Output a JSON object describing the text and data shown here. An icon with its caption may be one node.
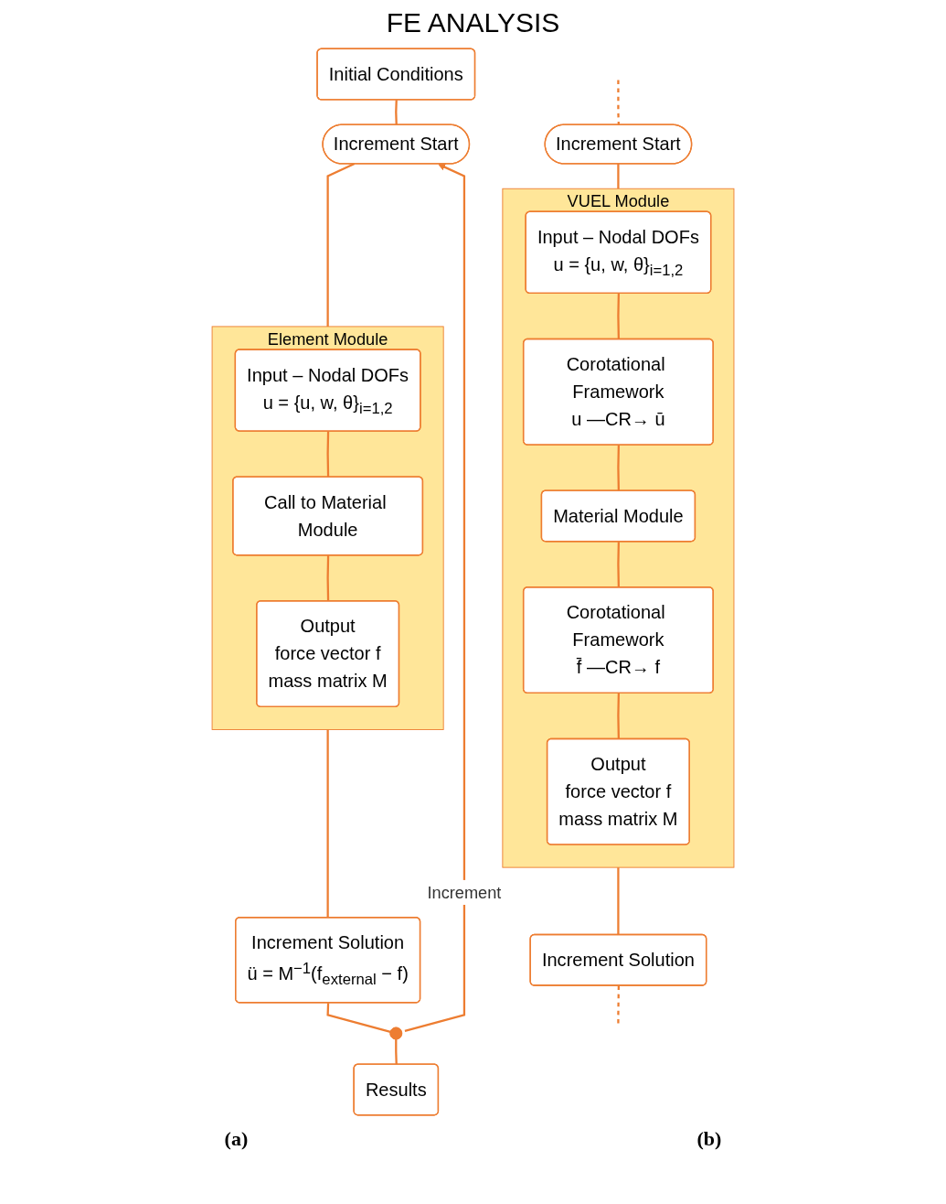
{
  "diagram": {
    "title": "FE ANALYSIS",
    "nodes": [
      {
        "text": [
          "Initial Conditions"
        ]
      },
      {
        "text": [
          "Increment Start"
        ]
      },
      {
        "text": [
          "Element Module"
        ]
      },
      {
        "text": [
          "Input – Nodal DOFs",
          "u = {u, w, θ}$_{i=1,2}$"
        ],
        "in": 2
      },
      {
        "text": [
          "Call to Material Module"
        ],
        "in": 2
      },
      {
        "text": [
          "Output",
          "force vector f",
          "mass matrix M"
        ],
        "in": 2
      },
      {
        "text": [
          "Increment Solution",
          "ü = M$^{−1}$(f$_{external}$ − f)"
        ]
      },
      {
        "text": [],
        "shape": "circle"
      },
      {
        "text": [
          "Results"
        ]
      },
      {
        "text": [
          "Increment Start"
        ]
      },
      {
        "text": [
          "VUEL Module"
        ]
      },
      {
        "text": [
          "Input – Nodal DOFs",
          "u = {u, w, θ}$_{i=1,2}$"
        ],
        "in": 10
      },
      {
        "text": [
          "Corotational Framework",
          "u —CR→ ū"
        ],
        "in": 10
      },
      {
        "text": [
          "Material Module"
        ],
        "in": 10
      },
      {
        "text": [
          "Corotational Framework",
          "f̄ —CR→ f"
        ],
        "in": 10
      },
      {
        "text": [
          "Output",
          "force vector f",
          "mass matrix M"
        ],
        "in": 10
      },
      {
        "text": [
          "Increment Solution"
        ]
      }
    ],
    "edges": [
      {
        "from": 0,
        "to": 1,
        "arrow": "none"
      },
      {
        "from": 1,
        "to": 2,
        "arrow": "none"
      },
      {
        "from": 3,
        "to": 4,
        "arrow": "none"
      },
      {
        "from": 4,
        "to": 5,
        "arrow": "none"
      },
      {
        "from": 2,
        "to": 6,
        "arrow": "none"
      },
      {
        "from": 6,
        "to": 7,
        "arrow": "none"
      },
      {
        "from": 7,
        "to": 8,
        "arrow": "none"
      },
      {
        "from": 7,
        "to": 1,
        "arrow": "to",
        "label": "Increment"
      },
      {
        "from": null,
        "to": 9,
        "arrow": "none",
        "style": "dashed"
      },
      {
        "from": 9,
        "to": 10,
        "arrow": "none"
      },
      {
        "from": 11,
        "to": 12,
        "arrow": "none"
      },
      {
        "from": 12,
        "to": 13,
        "arrow": "none"
      },
      {
        "from": 13,
        "to": 14,
        "arrow": "none"
      },
      {
        "from": 14,
        "to": 15,
        "arrow": "none"
      },
      {
        "from": 10,
        "to": 16,
        "arrow": "none"
      },
      {
        "from": 16,
        "to": null,
        "arrow": "none",
        "style": "dashed"
      }
    ],
    "labels": [
      "(a)",
      "(b)"
    ]
  }
}
